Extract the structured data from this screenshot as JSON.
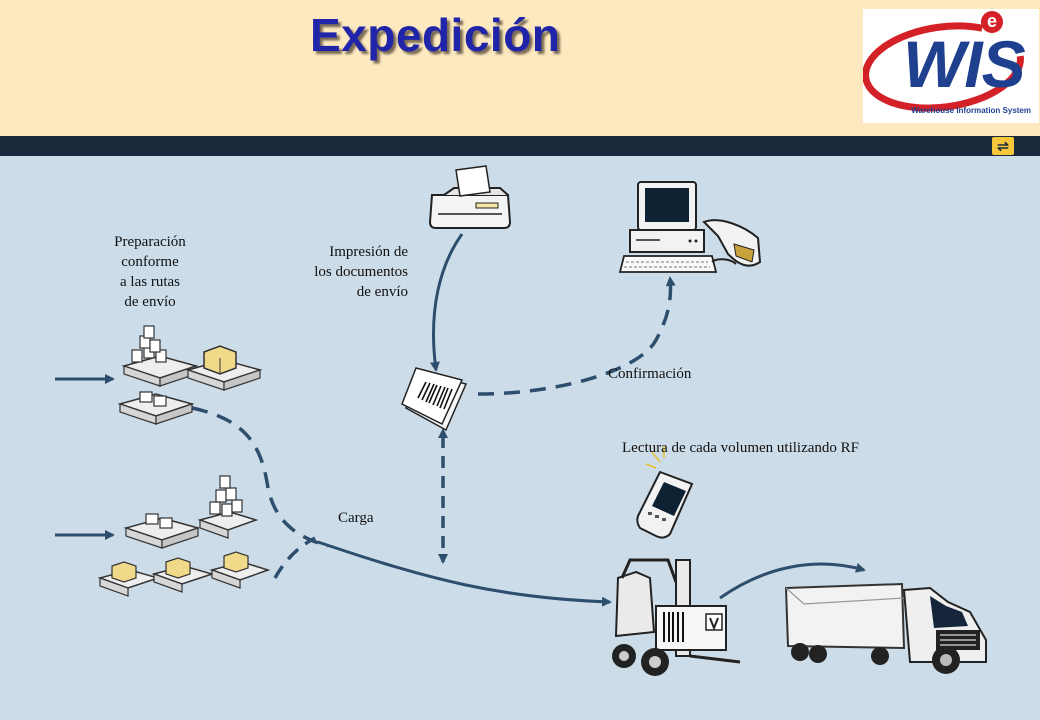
{
  "header": {
    "title": "Expedición",
    "logo_text": "WIS",
    "logo_letter": "e",
    "logo_subtitle": "Warehouse Information System"
  },
  "labels": {
    "preparacion": [
      "Preparación",
      "conforme",
      "a las rutas",
      "de envío"
    ],
    "impresion": [
      "Impresión de",
      "los documentos",
      "de envío"
    ],
    "confirmacion": "Confirmación",
    "lectura": "Lectura de cada volumen utilizando RF",
    "carga": "Carga"
  },
  "icons": {
    "nav": "nav-arrows-icon",
    "printer": "printer-icon",
    "computer": "computer-with-scanner-icon",
    "documents": "barcode-documents-icon",
    "rf_scanner": "rf-handheld-scanner-icon",
    "forklift": "forklift-icon",
    "truck": "truck-icon",
    "pallets": "pallet-icon"
  },
  "colors": {
    "header_bg": "#fde9bf",
    "band": "#17293a",
    "canvas_bg": "#ccdce8",
    "arrow": "#2e4e6e",
    "title": "#1f24a8"
  }
}
